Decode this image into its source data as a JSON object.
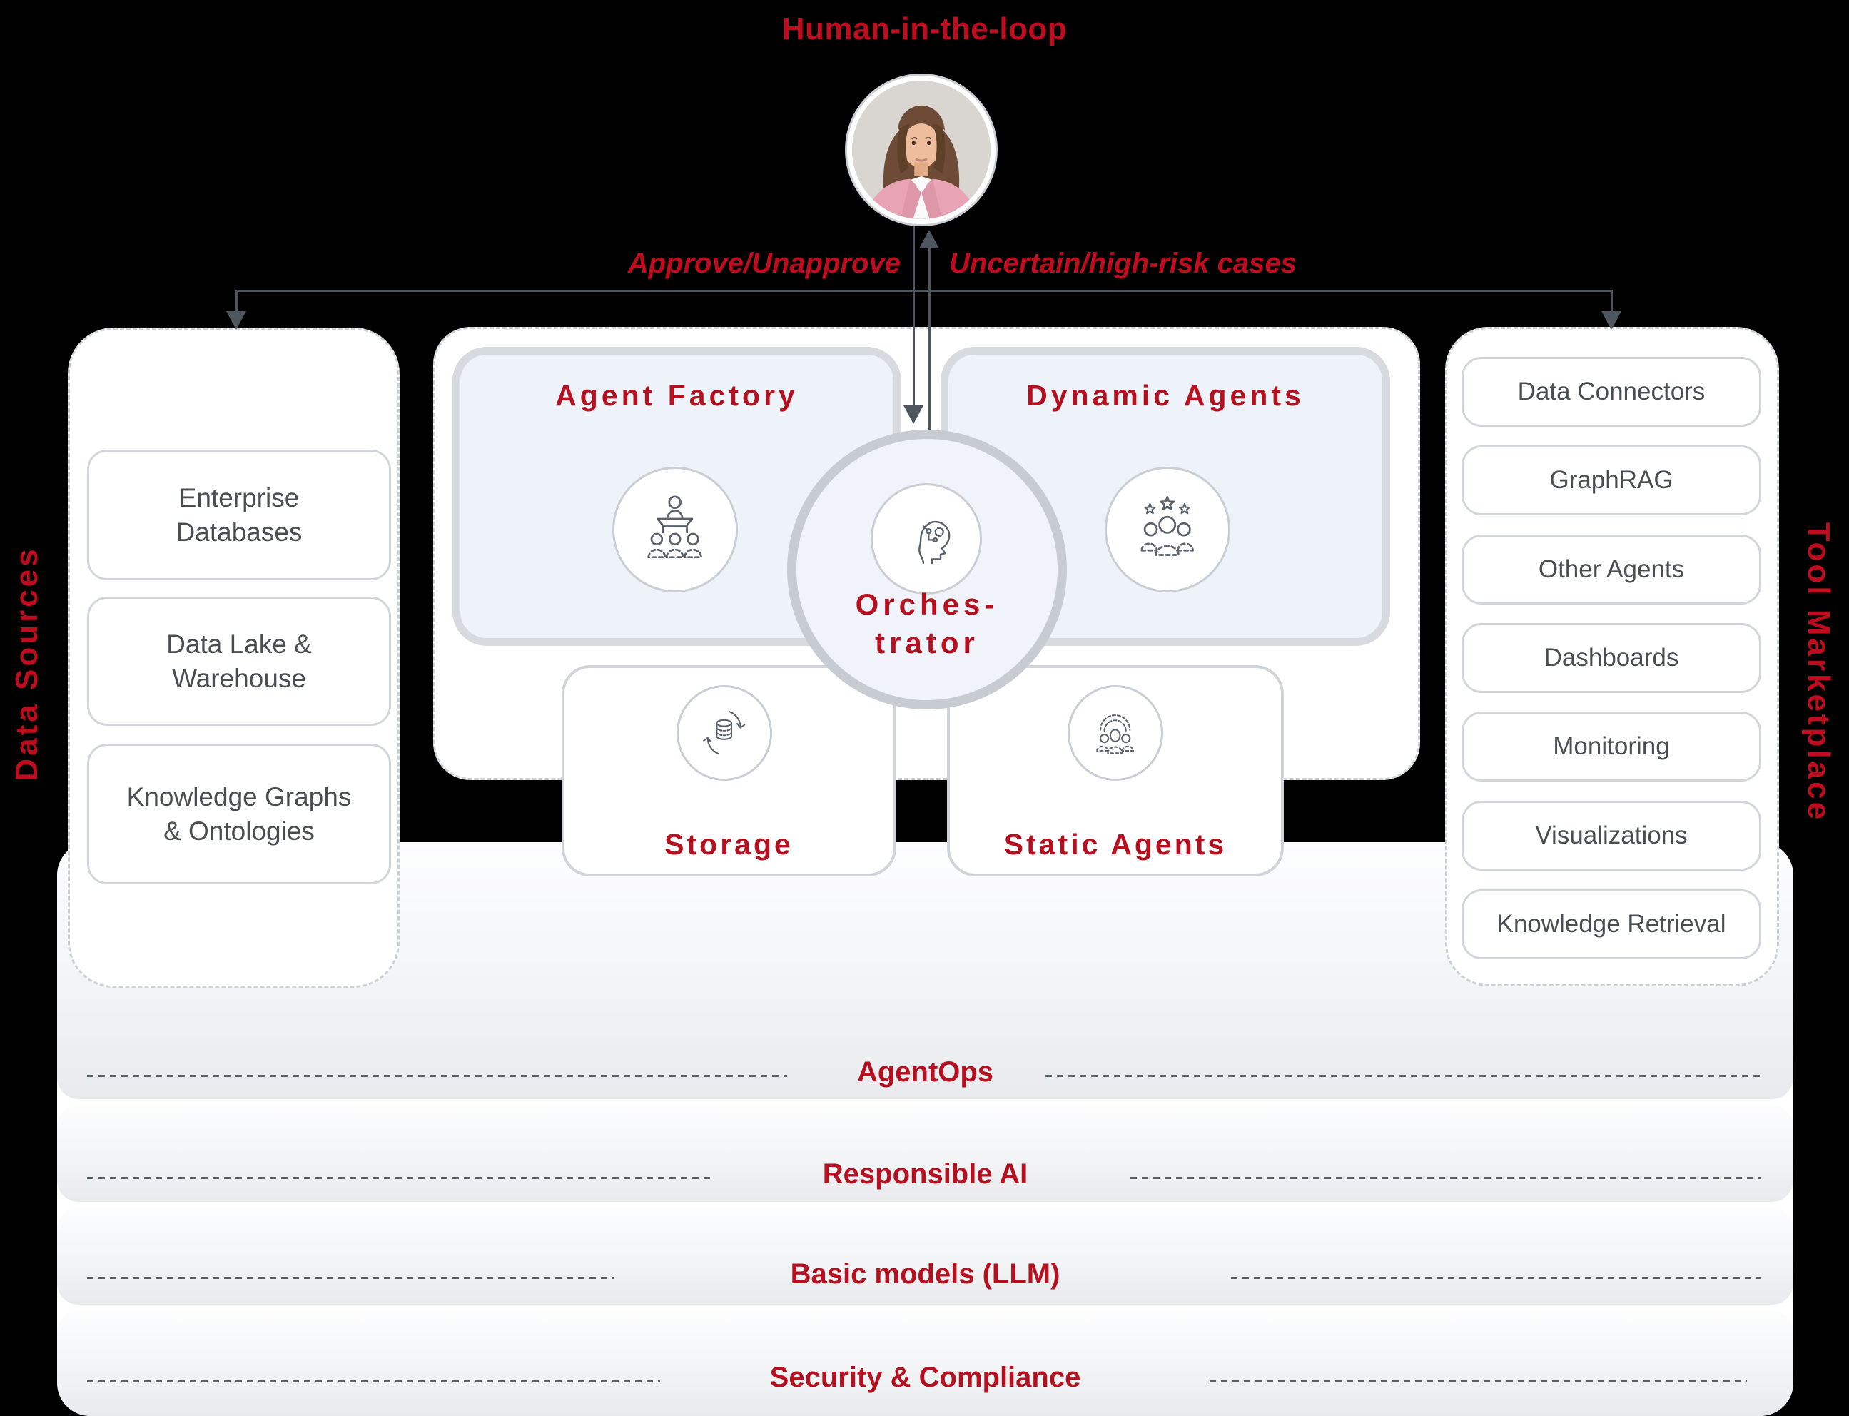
{
  "colors": {
    "background": "#000000",
    "accent_red": "#bf0d1f",
    "connector_gray": "#4d565f",
    "dashed_border": "#cbd0d4",
    "card_fill": "#eef2f9",
    "panel_fill": "#ffffff",
    "text_gray": "#4b4e50"
  },
  "top": {
    "title": "Human-in-the-loop",
    "avatar": "woman-portrait-photo",
    "flow_left_label": "Approve/Unapprove",
    "flow_right_label": "Uncertain/high-risk cases"
  },
  "left_rail": {
    "title": "Data Sources",
    "items": [
      {
        "label": "Enterprise Databases"
      },
      {
        "label": "Data Lake & Warehouse"
      },
      {
        "label": "Knowledge Graphs & Ontologies"
      }
    ]
  },
  "right_rail": {
    "title": "Tool Marketplace",
    "items": [
      {
        "label": "Data Connectors"
      },
      {
        "label": "GraphRAG"
      },
      {
        "label": "Other Agents"
      },
      {
        "label": "Dashboards"
      },
      {
        "label": "Monitoring"
      },
      {
        "label": "Visualizations"
      },
      {
        "label": "Knowledge Retrieval"
      }
    ]
  },
  "core": {
    "agent_factory": {
      "title": "Agent Factory",
      "icon": "trainer-team-icon"
    },
    "dynamic_agents": {
      "title": "Dynamic Agents",
      "icon": "team-stars-icon"
    },
    "orchestrator": {
      "title_line1": "Orches-",
      "title_line2": "trator",
      "icon": "ai-head-icon"
    },
    "storage": {
      "title": "Storage",
      "icon": "database-sync-icon"
    },
    "static_agents": {
      "title": "Static Agents",
      "icon": "team-dashed-icon"
    }
  },
  "foundation_layers": [
    {
      "label": "AgentOps"
    },
    {
      "label": "Responsible AI"
    },
    {
      "label": "Basic models (LLM)"
    },
    {
      "label": "Security & Compliance"
    }
  ]
}
